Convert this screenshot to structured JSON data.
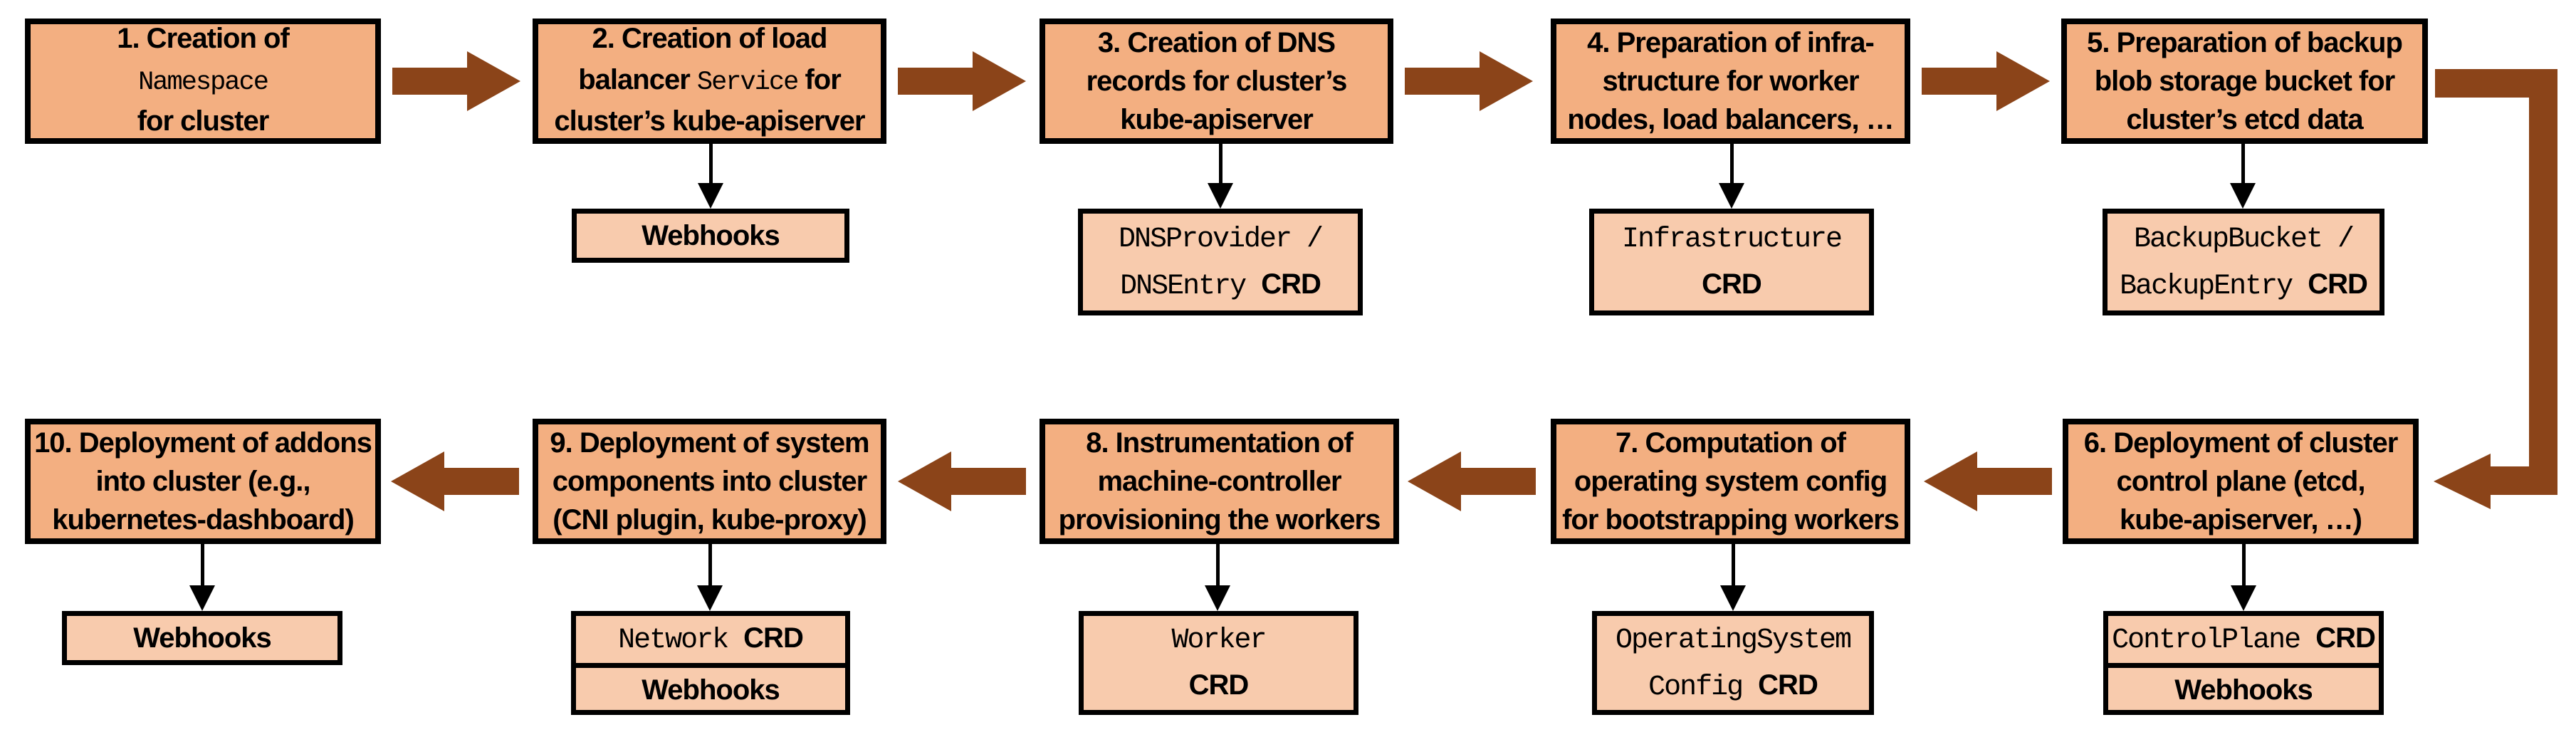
{
  "colors": {
    "step_box_fill": "#F3AF81",
    "artifact_box_fill": "#F8CBAD",
    "arrow_brown": "#8B4419",
    "border_black": "#000000"
  },
  "steps": [
    {
      "lines": [
        {
          "pre": "1. Creation of"
        },
        {
          "mono": "Namespace"
        },
        {
          "pre": "for cluster"
        }
      ]
    },
    {
      "lines": [
        {
          "pre": "2. Creation of load"
        },
        {
          "pre": "balancer ",
          "mono": "Service",
          "post": " for"
        },
        {
          "pre": "cluster’s kube-apiserver"
        }
      ]
    },
    {
      "lines": [
        {
          "pre": "3. Creation of DNS"
        },
        {
          "pre": "records for cluster’s"
        },
        {
          "pre": "kube-apiserver"
        }
      ]
    },
    {
      "lines": [
        {
          "pre": "4. Preparation of infra-"
        },
        {
          "pre": "structure for worker"
        },
        {
          "pre": "nodes, load balancers, …"
        }
      ]
    },
    {
      "lines": [
        {
          "pre": "5. Preparation of backup"
        },
        {
          "pre": "blob storage bucket for"
        },
        {
          "pre": "cluster’s etcd data"
        }
      ]
    },
    {
      "lines": [
        {
          "pre": "6. Deployment of cluster"
        },
        {
          "pre": "control plane (etcd,"
        },
        {
          "pre": "kube-apiserver, …)"
        }
      ]
    },
    {
      "lines": [
        {
          "pre": "7. Computation of"
        },
        {
          "pre": "operating system config"
        },
        {
          "pre": "for bootstrapping workers"
        }
      ]
    },
    {
      "lines": [
        {
          "pre": "8. Instrumentation of"
        },
        {
          "pre": "machine-controller"
        },
        {
          "pre": "provisioning the workers"
        }
      ]
    },
    {
      "lines": [
        {
          "pre": "9. Deployment of system"
        },
        {
          "pre": "components into cluster"
        },
        {
          "pre": "(CNI plugin, kube-proxy)"
        }
      ]
    },
    {
      "lines": [
        {
          "pre": "10. Deployment of addons"
        },
        {
          "pre": "into cluster (e.g.,"
        },
        {
          "pre": "kubernetes-dashboard)"
        }
      ]
    }
  ],
  "artifacts": {
    "webhooks_step2": {
      "label": "Webhooks"
    },
    "dns_crd": {
      "lines": [
        {
          "mono": "DNSProvider /"
        },
        {
          "mono": "DNSEntry ",
          "bold": "CRD"
        }
      ]
    },
    "infra_crd": {
      "lines": [
        {
          "mono": "Infrastructure"
        },
        {
          "bold": "CRD"
        }
      ]
    },
    "backup_crd": {
      "lines": [
        {
          "mono": "BackupBucket /"
        },
        {
          "mono": "BackupEntry ",
          "bold": "CRD"
        }
      ]
    },
    "controlplane_crd": {
      "cells": [
        {
          "mono": "ControlPlane ",
          "bold": "CRD"
        },
        {
          "bold": "Webhooks"
        }
      ]
    },
    "osc_crd": {
      "lines": [
        {
          "mono": "OperatingSystem"
        },
        {
          "mono": "Config ",
          "bold": "CRD"
        }
      ]
    },
    "worker_crd": {
      "lines": [
        {
          "mono": "Worker"
        },
        {
          "bold": "CRD"
        }
      ]
    },
    "network_crd": {
      "cells": [
        {
          "mono": "Network ",
          "bold": "CRD"
        },
        {
          "bold": "Webhooks"
        }
      ]
    },
    "webhooks_step10": {
      "label": "Webhooks"
    }
  }
}
